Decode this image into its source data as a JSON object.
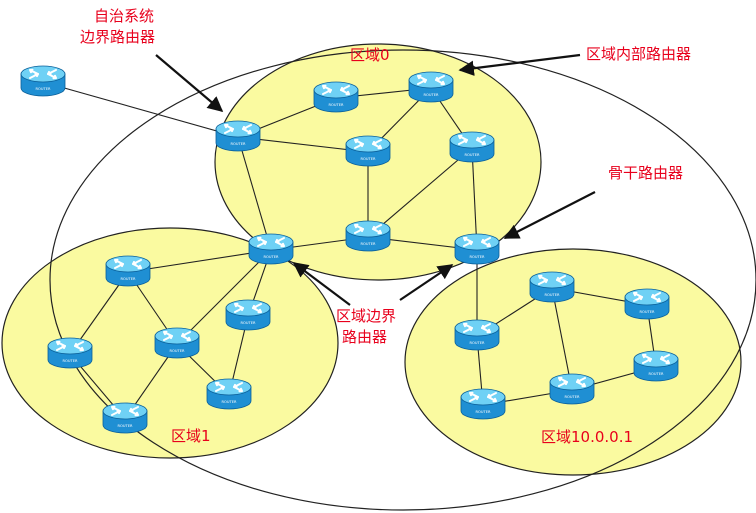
{
  "labels": {
    "as_border_router_line1": "自治系统",
    "as_border_router_line2": "边界路由器",
    "area0": "区域0",
    "internal_router": "区域内部路由器",
    "backbone_router": "骨干路由器",
    "area_border_router_line1": "区域边界",
    "area_border_router_line2": "路由器",
    "area1": "区域1",
    "area10": "区域10.0.0.1"
  },
  "router_text": "ROUTER",
  "colors": {
    "area_fill": "#fafaa0",
    "router_top": "#6fd1f5",
    "router_side": "#1f8fd3",
    "label_text": "#e8001c",
    "lines": "#222222"
  },
  "icon": "router-icon"
}
